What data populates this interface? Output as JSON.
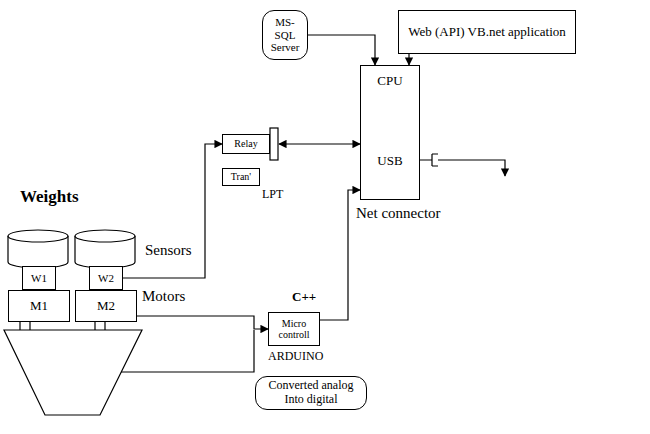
{
  "diagram": {
    "nodes": [
      {
        "text": [
          "MS- SQL Server"
        ]
      },
      {
        "text": [
          "Web (API) VB.net application"
        ]
      },
      {
        "text": [
          "Relay"
        ]
      },
      {
        "text": [
          "Tran'"
        ]
      },
      {
        "text": [
          "CPU",
          "USB"
        ]
      },
      {
        "text": [
          "W1"
        ]
      },
      {
        "text": [
          "W2"
        ]
      },
      {
        "text": [
          "M1"
        ]
      },
      {
        "text": [
          "M2"
        ]
      },
      {
        "text": [
          "Micro controll"
        ]
      },
      {
        "text": [
          "Converted analog Into digital"
        ]
      }
    ],
    "edges": [
      {
        "from": 0,
        "to": 4,
        "arrow": "to"
      },
      {
        "from": 1,
        "to": 4,
        "arrow": "to"
      },
      {
        "from": 2,
        "to": 4,
        "arrow": "both"
      },
      {
        "from": 6,
        "to": 2,
        "arrow": "to"
      },
      {
        "from": 8,
        "to": 9,
        "arrow": "to"
      },
      {
        "from": 9,
        "to": 4,
        "arrow": "to"
      }
    ],
    "labels": [
      "Weights",
      "Sensors",
      "Motors",
      "LPT",
      "Net connector",
      "C++",
      "ARDUINO"
    ]
  }
}
